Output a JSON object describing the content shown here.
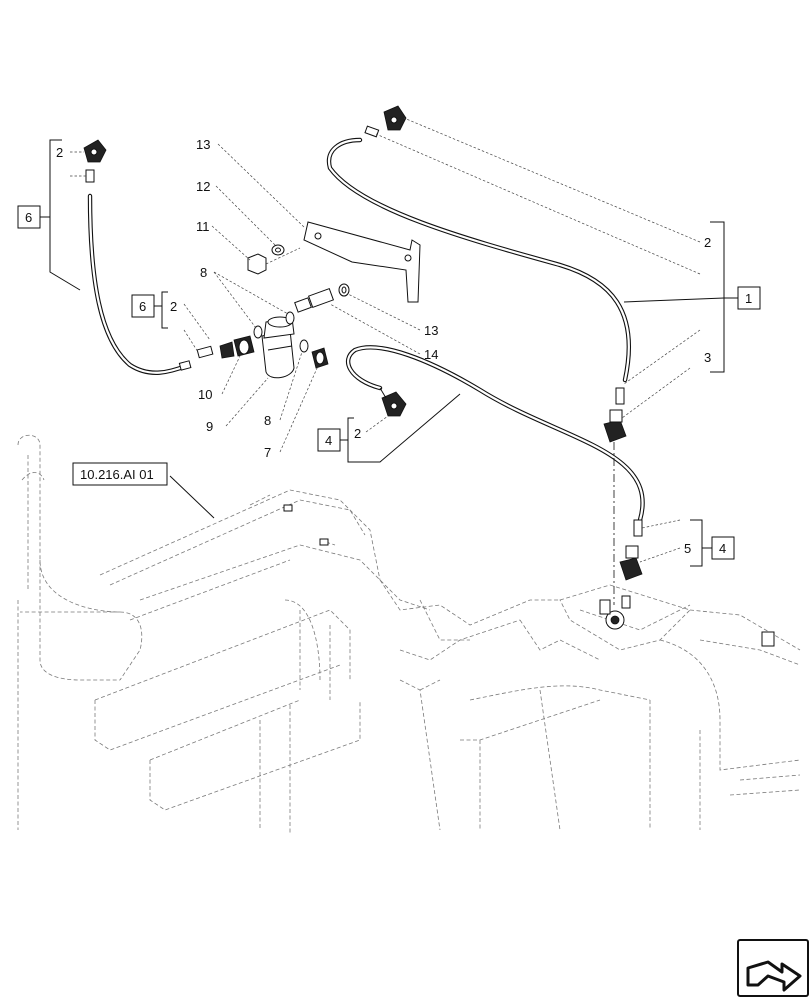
{
  "callouts": {
    "c2_left": "2",
    "c6_left": "6",
    "c13_top": "13",
    "c12": "12",
    "c11": "11",
    "c8_top": "8",
    "c6_mid": "6",
    "c2_mid": "2",
    "c10": "10",
    "c9": "9",
    "c8_bottom": "8",
    "c7": "7",
    "c13_right": "13",
    "c14": "14",
    "c2_right": "2",
    "c1": "1",
    "c3": "3",
    "c4_mid": "4",
    "c2_lower": "2",
    "c5": "5",
    "c4_right": "4"
  },
  "reference": {
    "label": "10.216.AI 01"
  },
  "icons": {
    "nav": "next-page-arrow-icon"
  }
}
